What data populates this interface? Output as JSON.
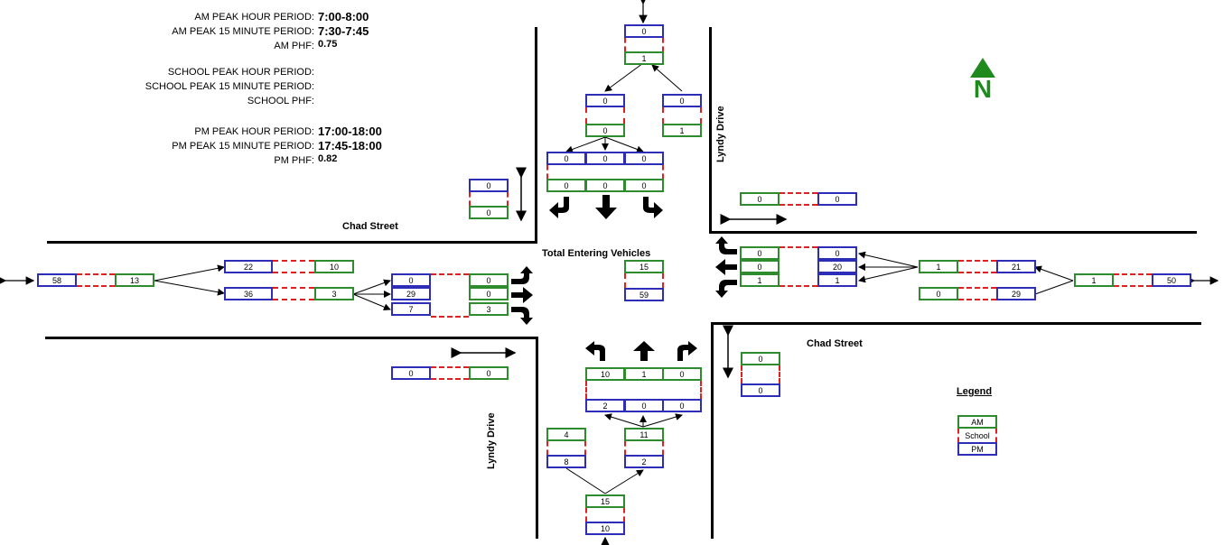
{
  "header": {
    "am_peak_hour_label": "AM PEAK HOUR PERIOD:",
    "am_peak_hour_value": "7:00-8:00",
    "am_peak_15_label": "AM PEAK 15 MINUTE PERIOD:",
    "am_peak_15_value": "7:30-7:45",
    "am_phf_label": "AM PHF:",
    "am_phf_value": "0.75",
    "school_peak_hour_label": "SCHOOL PEAK HOUR PERIOD:",
    "school_peak_15_label": "SCHOOL PEAK 15 MINUTE PERIOD:",
    "school_phf_label": "SCHOOL PHF:",
    "pm_peak_hour_label": "PM PEAK HOUR PERIOD:",
    "pm_peak_hour_value": "17:00-18:00",
    "pm_peak_15_label": "PM PEAK 15 MINUTE PERIOD:",
    "pm_peak_15_value": "17:45-18:00",
    "pm_phf_label": "PM PHF:",
    "pm_phf_value": "0.82"
  },
  "streets": {
    "chad_west": "Chad Street",
    "chad_east": "Chad Street",
    "lyndy_north": "Lyndy Drive",
    "lyndy_south": "Lyndy Drive"
  },
  "north_arrow": "N",
  "center": {
    "title": "Total Entering Vehicles",
    "am": "15",
    "pm": "59"
  },
  "north_approach": {
    "top_pm": "0",
    "top_am": "1",
    "left_pm": "0",
    "left_am": "0",
    "right_pm": "0",
    "right_am": "1",
    "turns_pm": [
      "0",
      "0",
      "0"
    ],
    "turns_am": [
      "0",
      "0",
      "0"
    ],
    "ped_pm": "0",
    "ped_am": "0"
  },
  "west_approach": {
    "far_pm": "58",
    "far_am": "13",
    "upper_pm": "22",
    "upper_am": "10",
    "lower_pm": "36",
    "lower_am": "3",
    "turns_pm": [
      "0",
      "29",
      "7"
    ],
    "turns_am": [
      "0",
      "0",
      "3"
    ],
    "ped_pm": "0",
    "ped_am": "0"
  },
  "east_approach": {
    "ped_am": "0",
    "ped_pm": "0",
    "turns_am": [
      "0",
      "0",
      "1"
    ],
    "turns_pm": [
      "0",
      "20",
      "1"
    ],
    "mid_am": "1",
    "mid_pm": "21",
    "low_am": "0",
    "low_pm": "29",
    "far_am": "1",
    "far_pm": "50"
  },
  "south_approach": {
    "ped_am": "0",
    "ped_pm": "0",
    "turns_am": [
      "10",
      "1",
      "0"
    ],
    "turns_pm": [
      "2",
      "0",
      "0"
    ],
    "left_am": "4",
    "left_pm": "8",
    "right_am": "11",
    "right_pm": "2",
    "bottom_am": "15",
    "bottom_pm": "10"
  },
  "legend": {
    "title": "Legend",
    "am": "AM",
    "school": "School",
    "pm": "PM"
  },
  "colors": {
    "am_border": "#2e8b2e",
    "pm_border": "#2d2db8",
    "school_dash": "#e02020",
    "north_arrow": "#1e8a1e"
  }
}
